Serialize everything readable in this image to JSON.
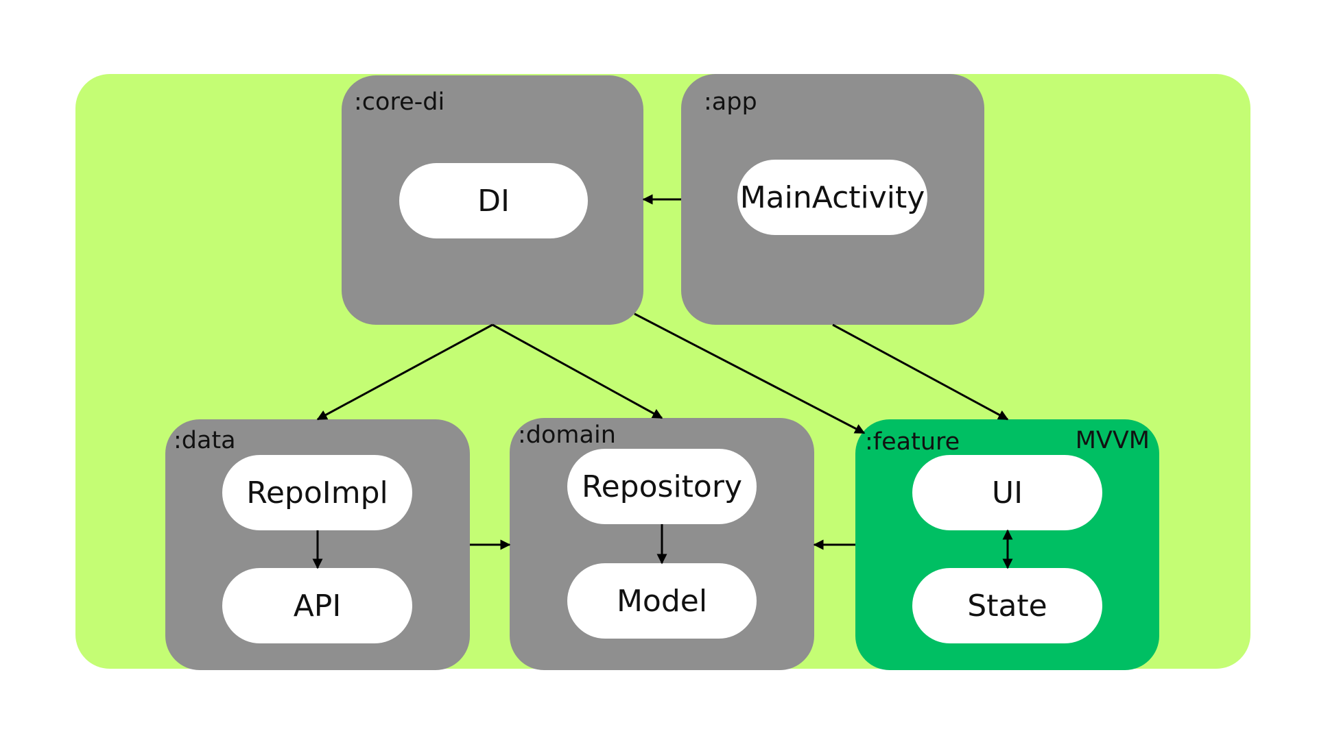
{
  "colors": {
    "background": "#ffffff",
    "panel": "#c4fd74",
    "module": "#8f8f8f",
    "feature_module": "#00bf63",
    "pill": "#ffffff",
    "arrow": "#000000"
  },
  "modules": {
    "core_di": {
      "label": ":core-di",
      "items": [
        "DI"
      ]
    },
    "app": {
      "label": ":app",
      "items": [
        "MainActivity"
      ]
    },
    "data": {
      "label": ":data",
      "items": [
        "RepoImpl",
        "API"
      ]
    },
    "domain": {
      "label": ":domain",
      "items": [
        "Repository",
        "Model"
      ]
    },
    "feature": {
      "label": ":feature",
      "pattern": "MVVM",
      "items": [
        "UI",
        "State"
      ]
    }
  },
  "connections": [
    {
      "from": ":app",
      "to": ":core-di"
    },
    {
      "from": ":core-di",
      "to": ":data"
    },
    {
      "from": ":core-di",
      "to": ":domain"
    },
    {
      "from": ":core-di",
      "to": ":feature"
    },
    {
      "from": ":app",
      "to": ":feature"
    },
    {
      "from": ":data",
      "to": ":domain"
    },
    {
      "from": ":feature",
      "to": ":domain"
    },
    {
      "from": "RepoImpl",
      "to": "API"
    },
    {
      "from": "Repository",
      "to": "Model"
    },
    {
      "from": "UI",
      "to": "State",
      "bidirectional": true
    }
  ]
}
